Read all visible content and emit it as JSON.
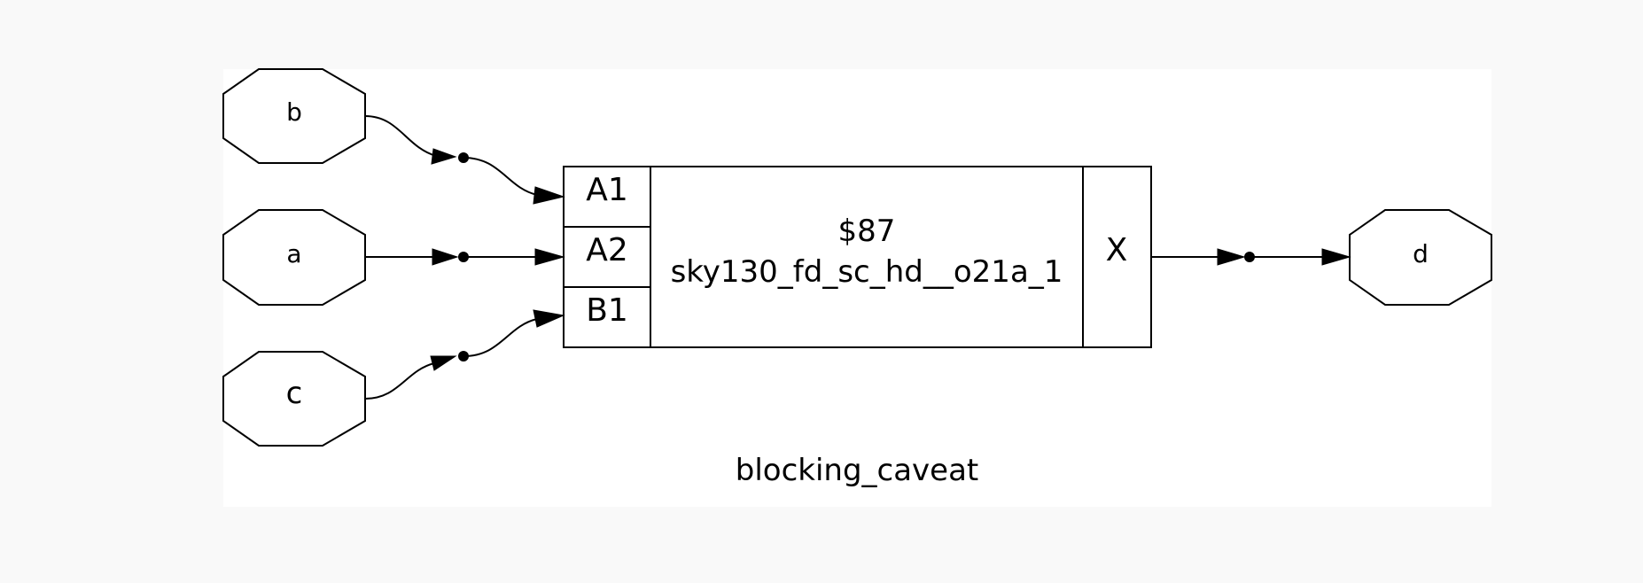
{
  "graph": {
    "name": "blocking_caveat",
    "background_color": "#f9f9f9",
    "canvas_color": "#ffffff"
  },
  "inputs": [
    {
      "id": "b",
      "label": "b"
    },
    {
      "id": "a",
      "label": "a"
    },
    {
      "id": "c",
      "label": "c"
    }
  ],
  "outputs": [
    {
      "id": "d",
      "label": "d"
    }
  ],
  "cell": {
    "id": "$87",
    "type": "sky130_fd_sc_hd__o21a_1",
    "input_pins": [
      "A1",
      "A2",
      "B1"
    ],
    "output_pin": "X"
  },
  "connections": [
    {
      "from": "b",
      "to": "A1"
    },
    {
      "from": "a",
      "to": "A2"
    },
    {
      "from": "c",
      "to": "B1"
    },
    {
      "from": "X",
      "to": "d"
    }
  ]
}
